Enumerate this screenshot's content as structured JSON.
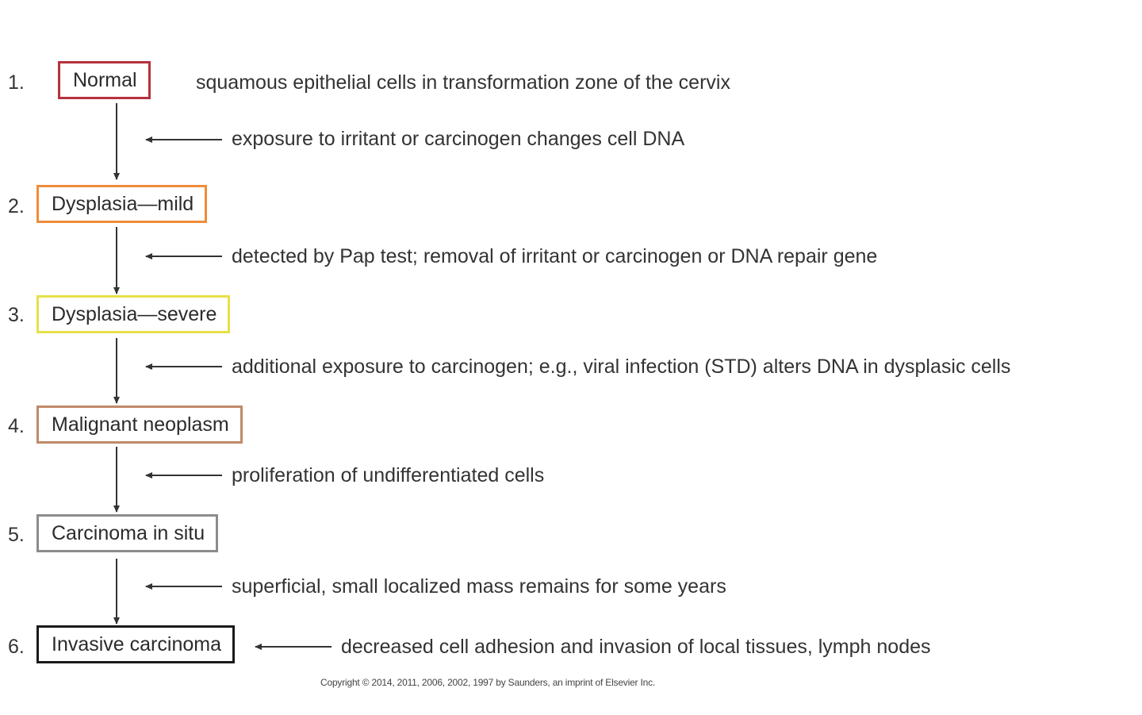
{
  "steps": [
    {
      "number": "1.",
      "label": "Normal",
      "border_color": "#b5323c"
    },
    {
      "number": "2.",
      "label": "Dysplasia—mild",
      "border_color": "#ef8c3a"
    },
    {
      "number": "3.",
      "label": "Dysplasia—severe",
      "border_color": "#e6e04a"
    },
    {
      "number": "4.",
      "label": "Malignant neoplasm",
      "border_color": "#c08a68"
    },
    {
      "number": "5.",
      "label": "Carcinoma in situ",
      "border_color": "#8c8c8c"
    },
    {
      "number": "6.",
      "label": "Invasive carcinoma",
      "border_color": "#1a1a1a"
    }
  ],
  "step1_description": "squamous epithelial cells in transformation zone of the cervix",
  "transitions": [
    "exposure to irritant or carcinogen changes cell DNA",
    "detected by Pap test; removal of irritant or carcinogen or DNA repair gene",
    "additional exposure to carcinogen; e.g., viral infection (STD) alters DNA in dysplasic cells",
    "proliferation of undifferentiated cells",
    "superficial, small localized mass remains for some years"
  ],
  "step6_description": "decreased cell adhesion and invasion of local tissues, lymph nodes",
  "copyright": "Copyright © 2014, 2011, 2006, 2002, 1997 by Saunders, an imprint of Elsevier Inc."
}
